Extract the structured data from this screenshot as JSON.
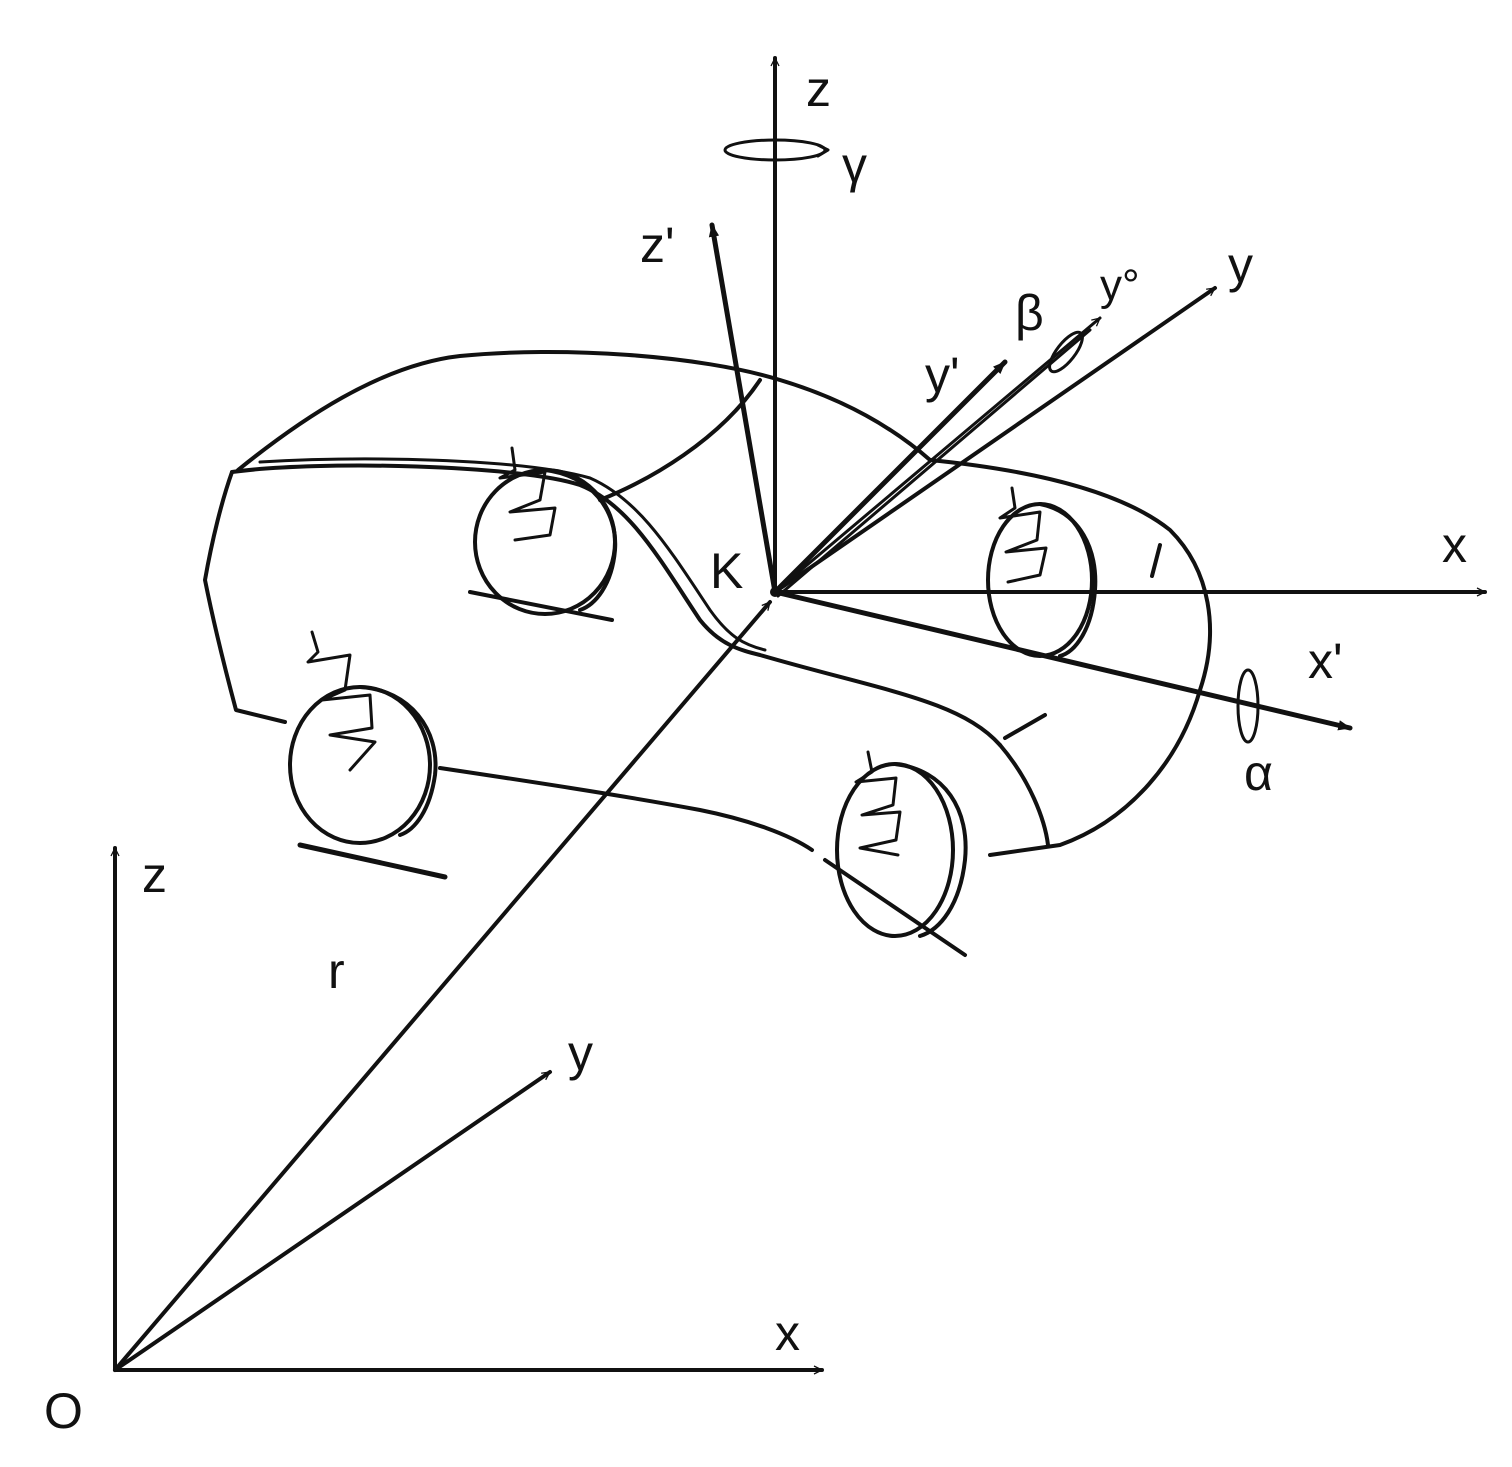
{
  "labels": {
    "origin": "O",
    "global_z": "z",
    "global_y": "y",
    "global_x": "x",
    "position_vector": "r",
    "body_point": "K",
    "vehicle_z": "z",
    "vehicle_y": "y",
    "vehicle_x": "x",
    "body_z": "z'",
    "body_y": "y'",
    "body_x": "x'",
    "intermediate_y": "y°",
    "yaw_angle": "γ",
    "pitch_angle": "β",
    "roll_angle": "α"
  }
}
